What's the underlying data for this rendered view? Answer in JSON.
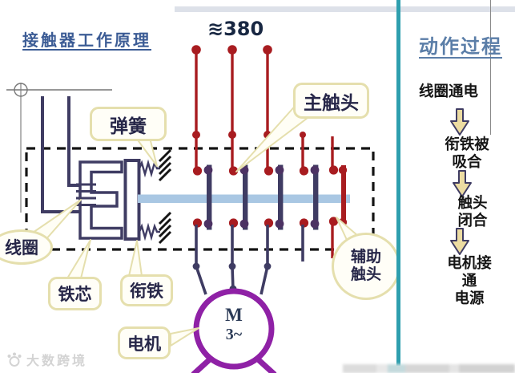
{
  "colors": {
    "red": "#a81c20",
    "navy": "#3f3c63",
    "blob": "#4c3263",
    "teal": "#2e9fae",
    "purple": "#8f21a6",
    "shaft": "#a9c7e3",
    "bubble-border": "#e5dfad",
    "bubble-text": "#262648",
    "title-blue": "#3c5c95",
    "process-blue": "#5b7ea8",
    "arrow-fill": "#ecdca2",
    "gray-line": "#777777"
  },
  "header": {
    "title": "接触器工作原理",
    "voltage": "≋380"
  },
  "diagram": {
    "labels": {
      "spring": "弹簧",
      "main_contact": "主触头",
      "coil": "线圈",
      "core": "铁芯",
      "armature": "衔铁",
      "motor": "电机",
      "aux_contact": "辅助\n触头"
    },
    "motor_symbol": {
      "letter": "M",
      "phase": "3~"
    }
  },
  "process_panel": {
    "title": "动作过程",
    "steps": [
      "线圈通电",
      "衔铁被吸合",
      "触头闭合",
      "电机接通\n电源"
    ]
  },
  "watermark": {
    "text": "大数跨境"
  }
}
